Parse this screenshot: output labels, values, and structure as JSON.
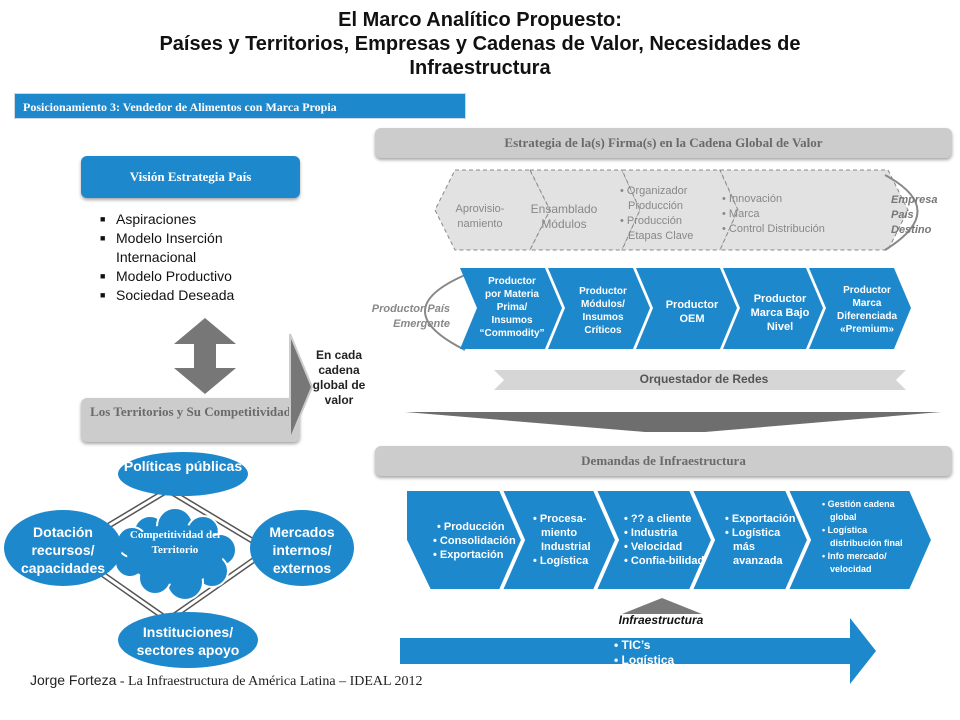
{
  "title": {
    "line1": "El Marco Analítico Propuesto:",
    "line2": "Países y Territorios, Empresas y Cadenas de Valor, Necesidades de",
    "line3": "Infraestructura"
  },
  "positioning_label": "Posicionamiento 3: Vendedor de Alimentos con Marca Propia",
  "left": {
    "vision_label": "Visión Estrategia País",
    "vision_items": [
      "Aspiraciones",
      "Modelo Inserción Internacional",
      "Modelo Productivo",
      "Sociedad Deseada"
    ],
    "territories_label": "Los Territorios y Su Competitividad",
    "chain_arrow_label": "En cada cadena global de valor",
    "circles": {
      "top": "Políticas públicas",
      "left": "Dotación recursos/ capacidades",
      "right": "Mercados internos/ externos",
      "bottom": "Instituciones/ sectores apoyo",
      "center": "Competitividad del Territorio"
    }
  },
  "strategy": {
    "header": "Estrategia de la(s) Firma(s) en la Cadena Global de Valor",
    "upper_chevrons": [
      {
        "lines": [
          "Aprovisio-",
          "namiento"
        ]
      },
      {
        "lines": [
          "Ensamblado",
          "Módulos"
        ]
      },
      {
        "lines": [
          "• Organizador",
          "Producción",
          "• Producción",
          "Etapas Clave"
        ]
      },
      {
        "lines": [
          "• Innovación",
          "• Marca",
          "• Control Distribución"
        ]
      }
    ],
    "destination_label": "Empresa País Destino",
    "origin_label": "Productor País Emergente",
    "lower_chevrons": [
      {
        "lines": [
          "Productor",
          "por Materia",
          "Prima/",
          "Insumos",
          "“Commodity”"
        ]
      },
      {
        "lines": [
          "Productor",
          "Módulos/",
          "Insumos",
          "Críticos"
        ]
      },
      {
        "lines": [
          "Productor",
          "OEM"
        ]
      },
      {
        "lines": [
          "Productor",
          "Marca Bajo",
          "Nivel"
        ]
      },
      {
        "lines": [
          "Productor",
          "Marca",
          "Diferenciada",
          "«Premium»"
        ]
      }
    ],
    "orchestrator_label": "Orquestador de Redes"
  },
  "infra": {
    "header": "Demandas de Infraestructura",
    "chevrons": [
      {
        "lines": [
          "• Producción",
          "• Consolidación",
          "• Exportación"
        ]
      },
      {
        "lines": [
          "• Procesa-",
          "miento",
          "Industrial",
          "• Logística"
        ]
      },
      {
        "lines": [
          "• ?? a cliente",
          "• Industria",
          "• Velocidad",
          "• Confia-bilidad"
        ]
      },
      {
        "lines": [
          "• Exportación",
          "• Logística",
          "más",
          "avanzada"
        ]
      },
      {
        "lines": [
          "• Gestión cadena",
          "global",
          "• Logística",
          "distribución final",
          "• Info mercado/",
          "velocidad"
        ]
      }
    ],
    "base_label": "Infraestructura",
    "arrow_items": [
      "• TIC’s",
      "• Logística"
    ]
  },
  "author": {
    "name": "Jorge Forteza",
    "reference": " - La Infraestructura de América Latina – IDEAL 2012"
  },
  "colors": {
    "blue": "#1e88cc",
    "gray": "#cccccc",
    "dark_gray": "#777777"
  }
}
